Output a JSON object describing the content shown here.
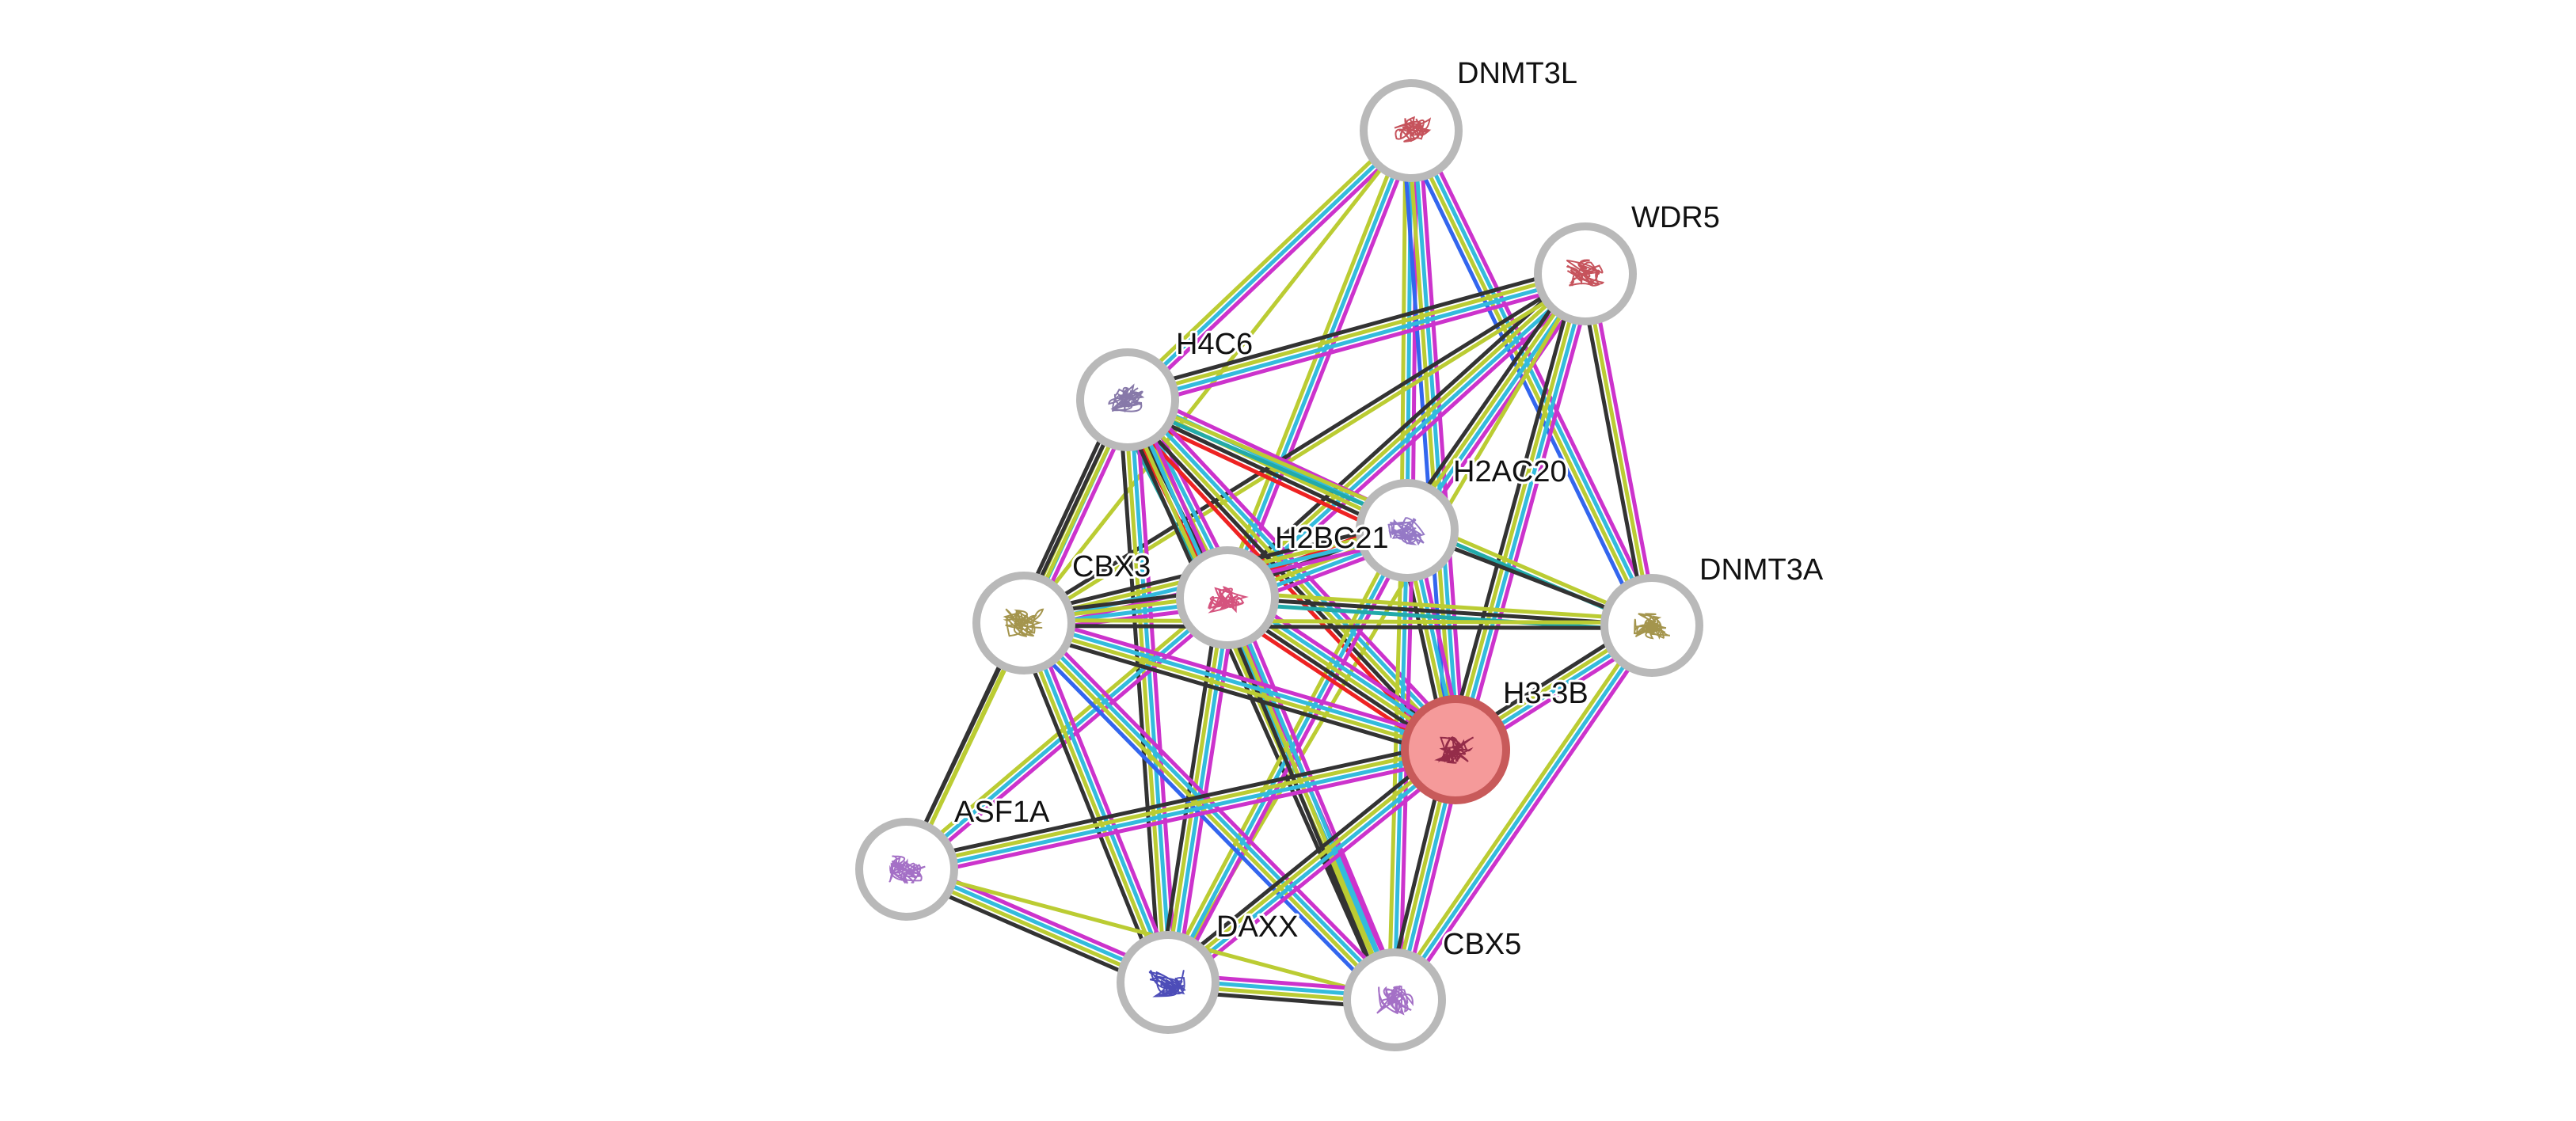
{
  "network": {
    "query_node": "H3-3B",
    "evidence_colors": {
      "experiments": "#cc33cc",
      "databases": "#33bbdd",
      "textmining": "#bbcc33",
      "coexpression": "#333333",
      "neighborhood": "#3366ee",
      "gene_fusion": "#ee2222",
      "homology": "#22aaaa"
    },
    "nodes": [
      {
        "id": "DNMT3L",
        "label": "DNMT3L",
        "structure_color": "#c0404a",
        "icon": "protein-structure-icon"
      },
      {
        "id": "WDR5",
        "label": "WDR5",
        "structure_color": "#c0404a",
        "icon": "protein-structure-icon"
      },
      {
        "id": "H4C6",
        "label": "H4C6",
        "structure_color": "#7a6aa0",
        "icon": "protein-structure-icon"
      },
      {
        "id": "H2AC20",
        "label": "H2AC20",
        "structure_color": "#8a6ac0",
        "icon": "protein-structure-icon"
      },
      {
        "id": "H2BC21",
        "label": "H2BC21",
        "structure_color": "#d04070",
        "icon": "protein-structure-icon"
      },
      {
        "id": "CBX3",
        "label": "CBX3",
        "structure_color": "#9a8a3a",
        "icon": "protein-structure-icon"
      },
      {
        "id": "DNMT3A",
        "label": "DNMT3A",
        "structure_color": "#9a8a3a",
        "icon": "protein-structure-icon"
      },
      {
        "id": "H3-3B",
        "label": "H3-3B",
        "structure_color": "#8a2040",
        "icon": "protein-structure-icon"
      },
      {
        "id": "ASF1A",
        "label": "ASF1A",
        "structure_color": "#9a60c0",
        "icon": "protein-structure-icon"
      },
      {
        "id": "DAXX",
        "label": "DAXX",
        "structure_color": "#3a3ab0",
        "icon": "protein-structure-icon"
      },
      {
        "id": "CBX5",
        "label": "CBX5",
        "structure_color": "#9a60c0",
        "icon": "protein-structure-icon"
      }
    ],
    "edges": [
      {
        "source": "DNMT3L",
        "target": "H4C6",
        "evidence": [
          "experiments",
          "databases",
          "textmining"
        ]
      },
      {
        "source": "DNMT3L",
        "target": "H2BC21",
        "evidence": [
          "experiments",
          "databases",
          "textmining"
        ]
      },
      {
        "source": "DNMT3L",
        "target": "H2AC20",
        "evidence": [
          "experiments",
          "databases",
          "textmining"
        ]
      },
      {
        "source": "DNMT3L",
        "target": "H3-3B",
        "evidence": [
          "experiments",
          "databases",
          "textmining",
          "neighborhood"
        ]
      },
      {
        "source": "DNMT3L",
        "target": "DNMT3A",
        "evidence": [
          "experiments",
          "databases",
          "textmining",
          "neighborhood"
        ]
      },
      {
        "source": "DNMT3L",
        "target": "CBX3",
        "evidence": [
          "textmining"
        ]
      },
      {
        "source": "WDR5",
        "target": "H4C6",
        "evidence": [
          "experiments",
          "databases",
          "textmining",
          "coexpression"
        ]
      },
      {
        "source": "WDR5",
        "target": "H2BC21",
        "evidence": [
          "experiments",
          "databases",
          "textmining",
          "coexpression"
        ]
      },
      {
        "source": "WDR5",
        "target": "H2AC20",
        "evidence": [
          "experiments",
          "databases",
          "textmining",
          "coexpression"
        ]
      },
      {
        "source": "WDR5",
        "target": "H3-3B",
        "evidence": [
          "experiments",
          "databases",
          "textmining",
          "coexpression"
        ]
      },
      {
        "source": "WDR5",
        "target": "DNMT3A",
        "evidence": [
          "experiments",
          "textmining",
          "coexpression"
        ]
      },
      {
        "source": "WDR5",
        "target": "CBX3",
        "evidence": [
          "textmining",
          "coexpression"
        ]
      },
      {
        "source": "WDR5",
        "target": "DAXX",
        "evidence": [
          "textmining"
        ]
      },
      {
        "source": "H4C6",
        "target": "H2AC20",
        "evidence": [
          "experiments",
          "databases",
          "textmining",
          "coexpression",
          "gene_fusion"
        ]
      },
      {
        "source": "H4C6",
        "target": "H2BC21",
        "evidence": [
          "experiments",
          "databases",
          "textmining",
          "coexpression",
          "gene_fusion",
          "homology"
        ]
      },
      {
        "source": "H4C6",
        "target": "H3-3B",
        "evidence": [
          "experiments",
          "databases",
          "textmining",
          "coexpression",
          "gene_fusion"
        ]
      },
      {
        "source": "H4C6",
        "target": "CBX3",
        "evidence": [
          "experiments",
          "databases",
          "textmining",
          "coexpression"
        ]
      },
      {
        "source": "H4C6",
        "target": "ASF1A",
        "evidence": [
          "textmining",
          "coexpression"
        ]
      },
      {
        "source": "H4C6",
        "target": "DAXX",
        "evidence": [
          "experiments",
          "databases",
          "textmining",
          "coexpression"
        ]
      },
      {
        "source": "H4C6",
        "target": "CBX5",
        "evidence": [
          "experiments",
          "databases",
          "textmining",
          "coexpression"
        ]
      },
      {
        "source": "H4C6",
        "target": "DNMT3A",
        "evidence": [
          "textmining",
          "homology"
        ]
      },
      {
        "source": "H2AC20",
        "target": "H2BC21",
        "evidence": [
          "experiments",
          "databases",
          "textmining",
          "coexpression",
          "gene_fusion"
        ]
      },
      {
        "source": "H2AC20",
        "target": "H3-3B",
        "evidence": [
          "experiments",
          "databases",
          "textmining",
          "coexpression"
        ]
      },
      {
        "source": "H2AC20",
        "target": "CBX3",
        "evidence": [
          "experiments",
          "databases",
          "textmining",
          "coexpression"
        ]
      },
      {
        "source": "H2AC20",
        "target": "DAXX",
        "evidence": [
          "experiments",
          "databases",
          "textmining"
        ]
      },
      {
        "source": "H2AC20",
        "target": "CBX5",
        "evidence": [
          "experiments",
          "databases",
          "textmining"
        ]
      },
      {
        "source": "H2AC20",
        "target": "DNMT3A",
        "evidence": [
          "coexpression"
        ]
      },
      {
        "source": "H2BC21",
        "target": "H3-3B",
        "evidence": [
          "experiments",
          "databases",
          "textmining",
          "coexpression",
          "gene_fusion"
        ]
      },
      {
        "source": "H2BC21",
        "target": "CBX3",
        "evidence": [
          "experiments",
          "databases",
          "textmining",
          "coexpression"
        ]
      },
      {
        "source": "H2BC21",
        "target": "DNMT3A",
        "evidence": [
          "textmining",
          "coexpression",
          "homology"
        ]
      },
      {
        "source": "H2BC21",
        "target": "ASF1A",
        "evidence": [
          "experiments",
          "databases",
          "textmining"
        ]
      },
      {
        "source": "H2BC21",
        "target": "DAXX",
        "evidence": [
          "experiments",
          "databases",
          "textmining",
          "coexpression"
        ]
      },
      {
        "source": "H2BC21",
        "target": "CBX5",
        "evidence": [
          "experiments",
          "databases",
          "textmining",
          "coexpression"
        ]
      },
      {
        "source": "CBX3",
        "target": "H3-3B",
        "evidence": [
          "experiments",
          "databases",
          "textmining",
          "coexpression"
        ]
      },
      {
        "source": "CBX3",
        "target": "DNMT3A",
        "evidence": [
          "textmining",
          "coexpression"
        ]
      },
      {
        "source": "CBX3",
        "target": "ASF1A",
        "evidence": [
          "textmining",
          "coexpression"
        ]
      },
      {
        "source": "CBX3",
        "target": "DAXX",
        "evidence": [
          "experiments",
          "databases",
          "textmining",
          "coexpression"
        ]
      },
      {
        "source": "CBX3",
        "target": "CBX5",
        "evidence": [
          "experiments",
          "databases",
          "textmining",
          "neighborhood"
        ]
      },
      {
        "source": "DNMT3A",
        "target": "H3-3B",
        "evidence": [
          "experiments",
          "databases",
          "textmining",
          "coexpression"
        ]
      },
      {
        "source": "DNMT3A",
        "target": "CBX5",
        "evidence": [
          "experiments",
          "databases",
          "textmining"
        ]
      },
      {
        "source": "H3-3B",
        "target": "ASF1A",
        "evidence": [
          "experiments",
          "databases",
          "textmining",
          "coexpression"
        ]
      },
      {
        "source": "H3-3B",
        "target": "DAXX",
        "evidence": [
          "experiments",
          "databases",
          "textmining",
          "coexpression"
        ]
      },
      {
        "source": "H3-3B",
        "target": "CBX5",
        "evidence": [
          "experiments",
          "databases",
          "textmining",
          "coexpression"
        ]
      },
      {
        "source": "ASF1A",
        "target": "DAXX",
        "evidence": [
          "experiments",
          "databases",
          "textmining",
          "coexpression"
        ]
      },
      {
        "source": "ASF1A",
        "target": "CBX5",
        "evidence": [
          "textmining"
        ]
      },
      {
        "source": "DAXX",
        "target": "CBX5",
        "evidence": [
          "experiments",
          "databases",
          "textmining",
          "coexpression"
        ]
      }
    ]
  }
}
